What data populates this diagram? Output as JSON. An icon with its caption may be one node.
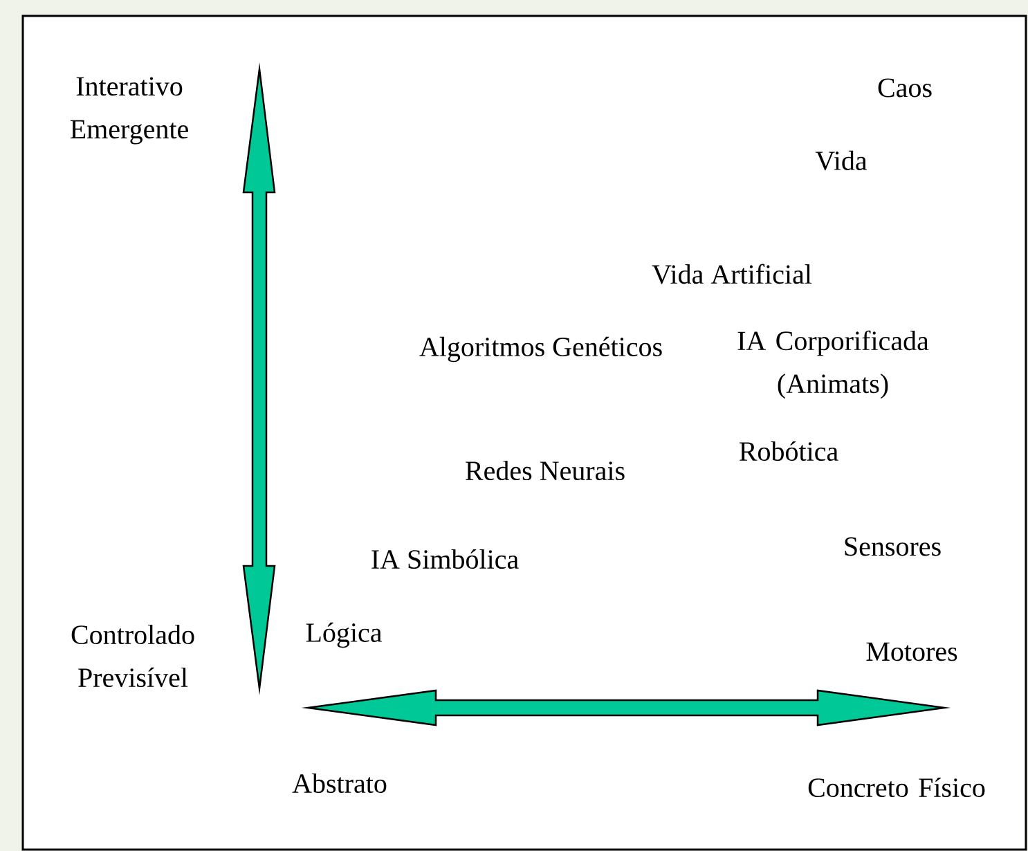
{
  "diagram": {
    "labels": [
      "Interativo Emergente",
      "Caos",
      "Vida",
      "Vida Artificial",
      "Algoritmos Genéticos",
      "IA Corporificada (Animats)",
      "Robótica",
      "Redes Neurais",
      "Sensores",
      "IA Simbólica",
      "Lógica",
      "Controlado Previsível",
      "Motores",
      "Abstrato",
      "Concreto Físico"
    ]
  }
}
